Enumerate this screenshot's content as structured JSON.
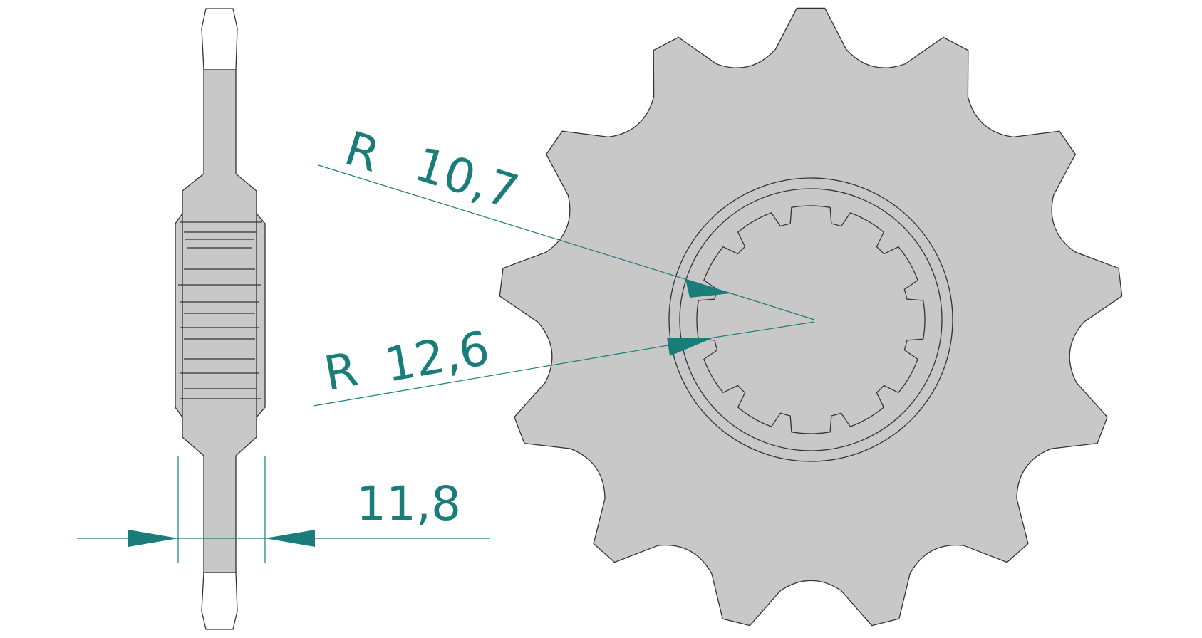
{
  "colors": {
    "background": "#ffffff",
    "part_fill": "#c8c8c8",
    "outline": "#333333",
    "dimension": "#1a7d7a"
  },
  "dimensions": {
    "radius_small": {
      "prefix": "R",
      "value": "10,7"
    },
    "radius_large": {
      "prefix": "R",
      "value": "12,6"
    },
    "width": {
      "value": "11,8"
    }
  }
}
